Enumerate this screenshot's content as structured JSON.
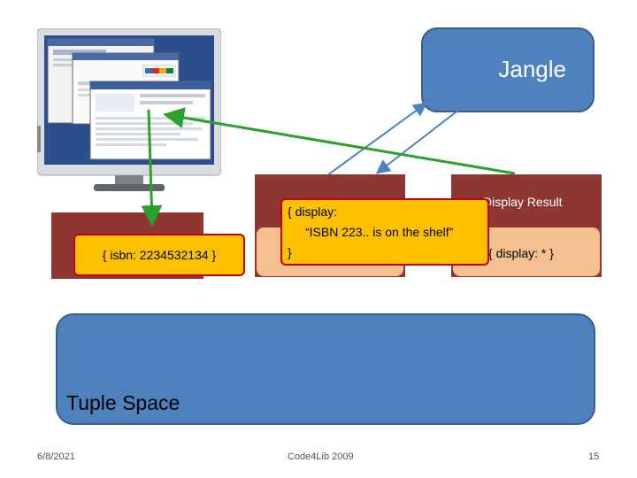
{
  "jangle": {
    "label": "Jangle"
  },
  "services": {
    "display_result_label": "Display Result",
    "display_template": "{ display: * }"
  },
  "tuples": {
    "isbn": "{ isbn: 2234532134 }",
    "display": {
      "line1": "{ display:",
      "line2": "“ISBN 223.. is on the shelf”",
      "line3": "}"
    }
  },
  "tuple_space": {
    "label": "Tuple Space"
  },
  "footer": {
    "date": "6/8/2021",
    "center": "Code4Lib 2009",
    "page": "15"
  },
  "colors": {
    "blue": "#4f81bd",
    "dark_red": "#8e3632",
    "peach": "#f4c08f",
    "yellow": "#ffc000",
    "green_arrow": "#2ca02c",
    "blue_arrow": "#4f81bd"
  }
}
